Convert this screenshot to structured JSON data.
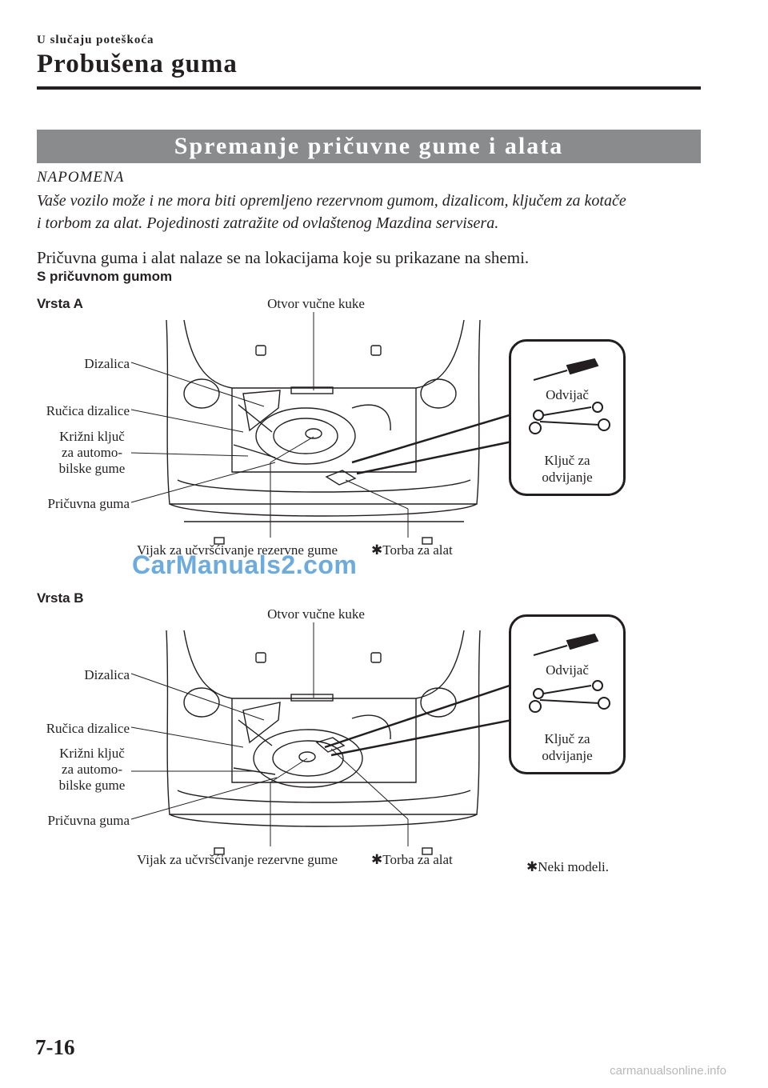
{
  "header": {
    "section": "U slučaju poteškoća",
    "chapter": "Probušena guma"
  },
  "banner": {
    "title": "Spremanje pričuvne gume i alata"
  },
  "note": {
    "heading": "NAPOMENA",
    "line1": "Vaše vozilo može i ne mora biti opremljeno rezervnom gumom, dizalicom, ključem za kotače",
    "line2": "i torbom za alat. Pojedinosti zatražite od ovlaštenog Mazdina servisera."
  },
  "intro": "Pričuvna guma i alat nalaze se na lokacijama koje su prikazane na shemi.",
  "subheading": "S pričuvnom gumom",
  "diagrams": [
    {
      "variant": "Vrsta A",
      "labels": {
        "tow_hook": "Otvor vučne kuke",
        "jack": "Dizalica",
        "jack_handle": "Ručica dizalice",
        "lug_wrench_1": "Križni ključ",
        "lug_wrench_2": "za automo-",
        "lug_wrench_3": "bilske gume",
        "spare_tire": "Pričuvna guma",
        "bolt": "Vijak za učvršćivanje rezervne gume",
        "tool_bag": "Torba za alat",
        "screwdriver": "Odvijač",
        "spanner_1": "Ključ za",
        "spanner_2": "odvijanje"
      }
    },
    {
      "variant": "Vrsta B",
      "labels": {
        "tow_hook": "Otvor vučne kuke",
        "jack": "Dizalica",
        "jack_handle": "Ručica dizalice",
        "lug_wrench_1": "Križni ključ",
        "lug_wrench_2": "za automo-",
        "lug_wrench_3": "bilske gume",
        "spare_tire": "Pričuvna guma",
        "bolt": "Vijak za učvršćivanje rezervne gume",
        "tool_bag": "Torba za alat",
        "screwdriver": "Odvijač",
        "spanner_1": "Ključ za",
        "spanner_2": "odvijanje"
      }
    }
  ],
  "footnote": "Neki modeli.",
  "watermark": "CarManuals2.com",
  "page_number": "7-16",
  "footer_site": "carmanualsonline.info"
}
